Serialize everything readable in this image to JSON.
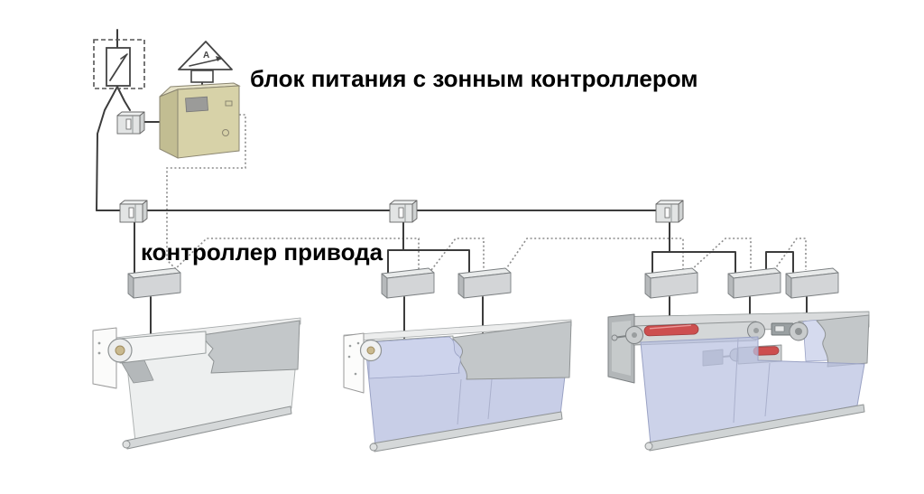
{
  "diagram": {
    "labels": {
      "power_supply_unit": "блок питания с зонным контроллером",
      "drive_controller": "контроллер привода",
      "antenna_letter": "A"
    },
    "colors": {
      "background": "#ffffff",
      "wire_solid": "#3c3c3c",
      "wire_dashed": "#8c8c8c",
      "psu_body": "#d7d2a8",
      "psu_side": "#c2bd92",
      "psu_window": "#9b9b99",
      "controller_body": "#d3d5d7",
      "connector_body": "#e2e4e4",
      "fascia": "#c3c7c9",
      "fabric_white": "#edefef",
      "fabric_blue": "#b9c0e0",
      "motor_red": "#cd4f4f",
      "label_text": "#000000"
    },
    "counts": {
      "bus_connectors": 3,
      "drive_controllers": 6,
      "roller_blinds": 3
    }
  }
}
